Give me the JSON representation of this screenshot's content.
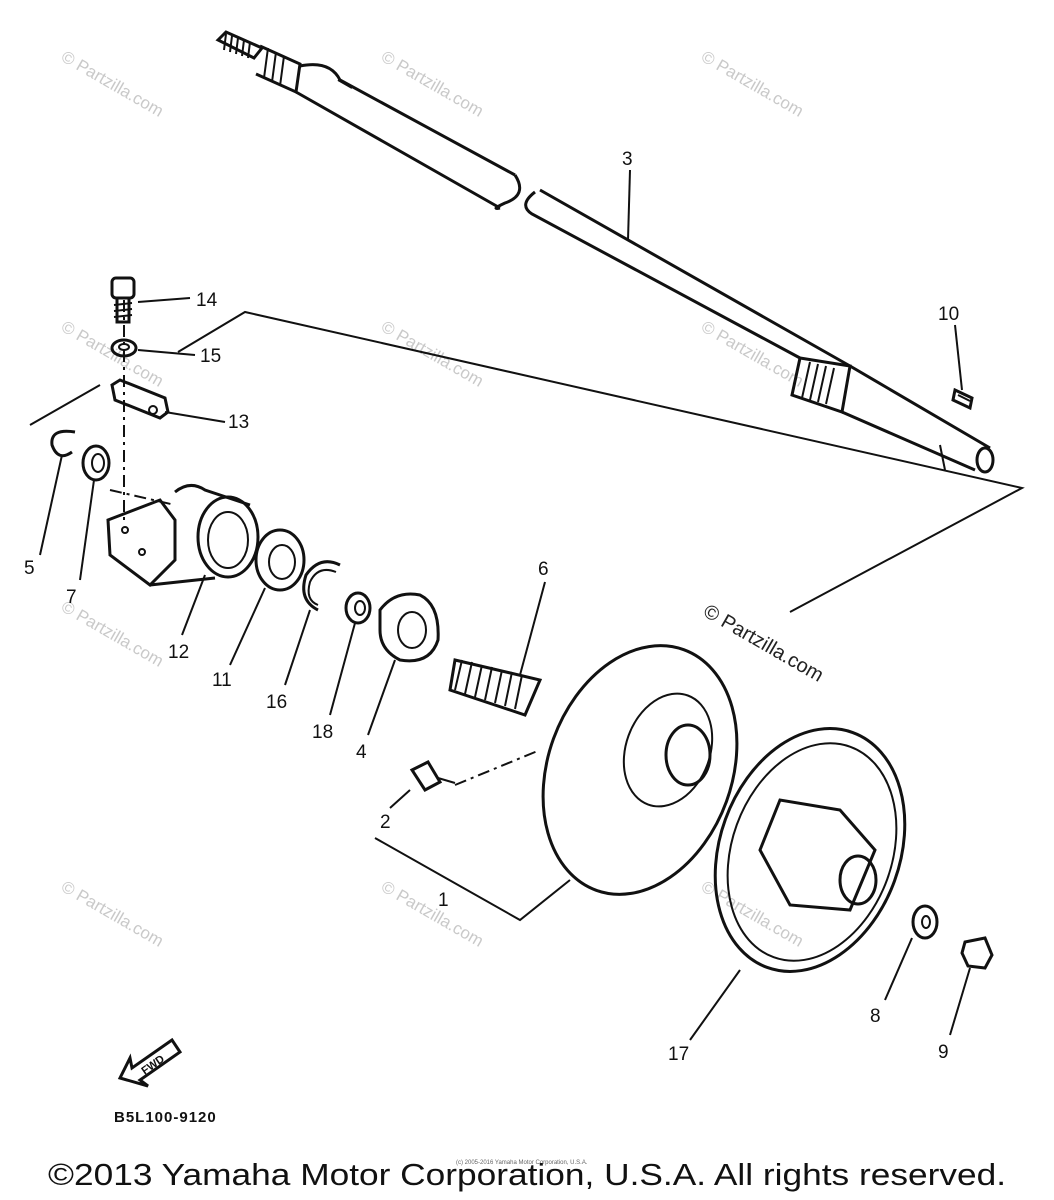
{
  "diagram": {
    "drawing_code": "B5L100-9120",
    "fwd_label": "FWD",
    "watermark": "© Partzilla.com",
    "fine_copyright": "(c) 2005-2016 Yamaha Motor Corporation, U.S.A.",
    "copyright": "©2013 Yamaha Motor Corporation, U.S.A. All rights reserved.",
    "callouts": {
      "c1": "1",
      "c2": "2",
      "c3": "3",
      "c4": "4",
      "c5": "5",
      "c6": "6",
      "c7": "7",
      "c8": "8",
      "c9": "9",
      "c10": "10",
      "c11": "11",
      "c12": "12",
      "c13": "13",
      "c14": "14",
      "c15": "15",
      "c16": "16",
      "c17": "17",
      "c18": "18"
    }
  }
}
